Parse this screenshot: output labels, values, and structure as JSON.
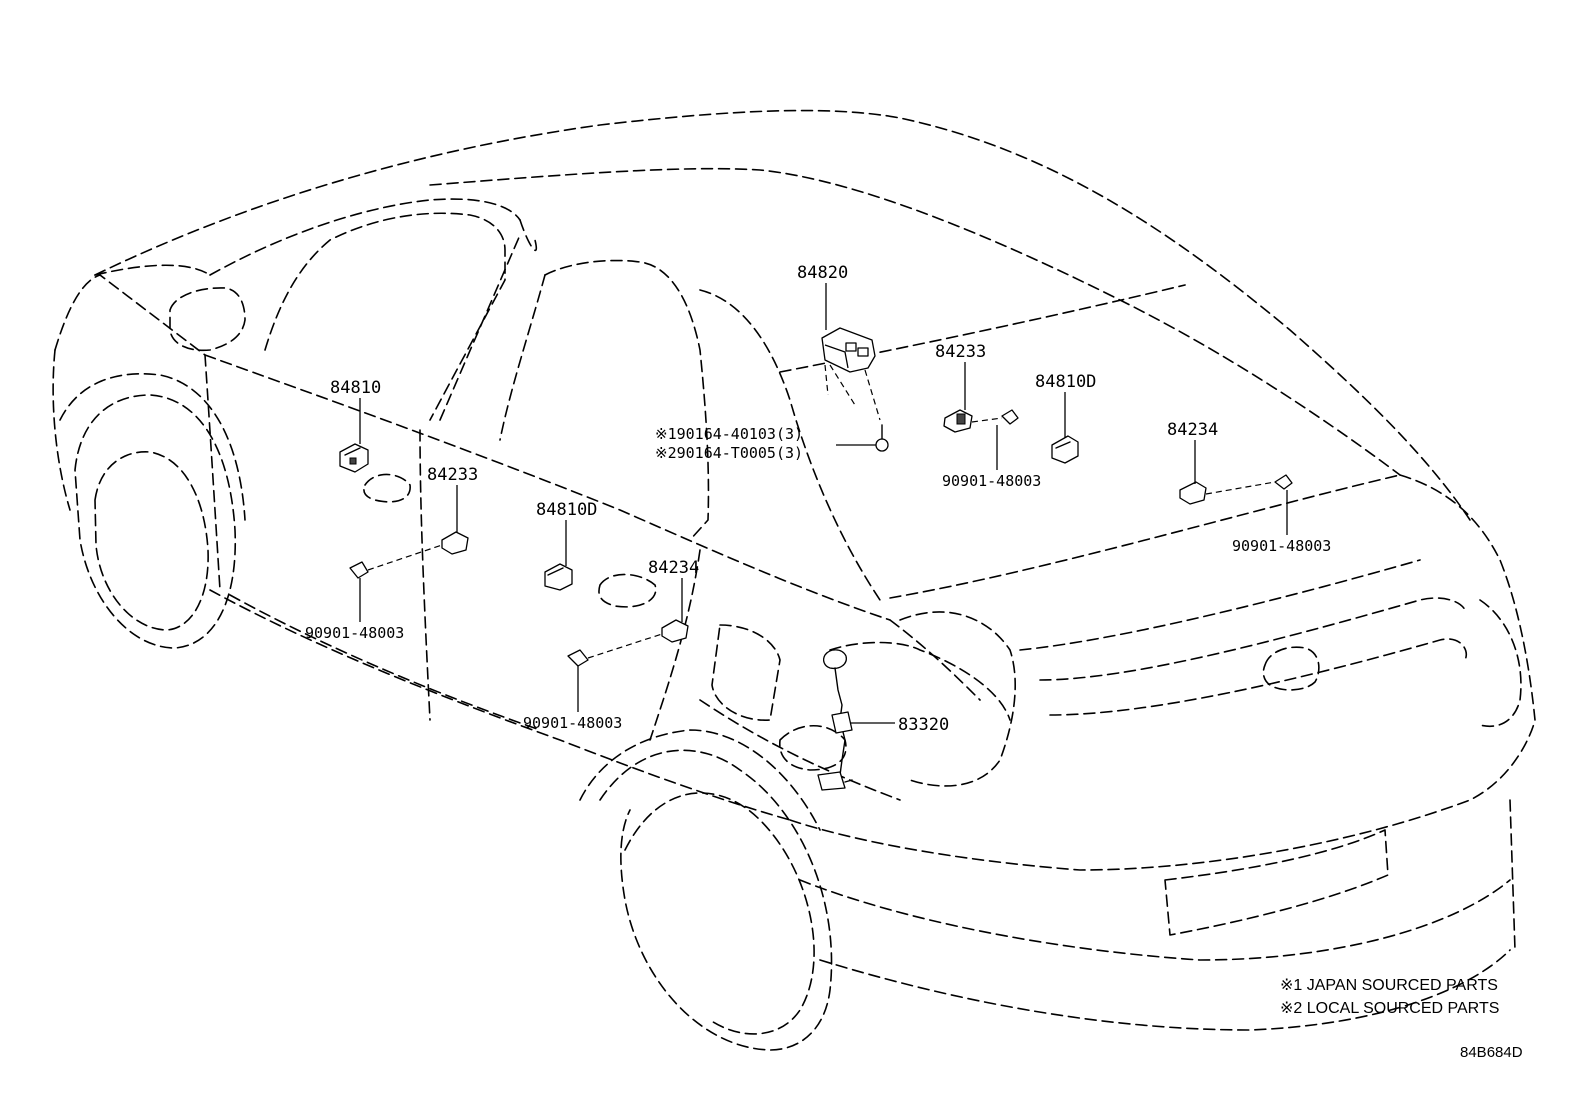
{
  "labels": {
    "p84820": "84820",
    "p84233_right": "84233",
    "p84810D_right": "84810D",
    "p84234_right": "84234",
    "p90901_right_a": "90901-48003",
    "p90901_right_b": "90901-48003",
    "p84810": "84810",
    "p84233_left": "84233",
    "p84810D_left": "84810D",
    "p84234_left": "84234",
    "p90901_left_a": "90901-48003",
    "p90901_left_b": "90901-48003",
    "p83320": "83320",
    "screw_note_1": "※190164-40103(3)",
    "screw_note_2": "※290164-T0005(3)"
  },
  "legend": {
    "line1": "※1 JAPAN SOURCED PARTS",
    "line2": "※2 LOCAL SOURCED PARTS"
  },
  "diagram_code": "84B684D"
}
